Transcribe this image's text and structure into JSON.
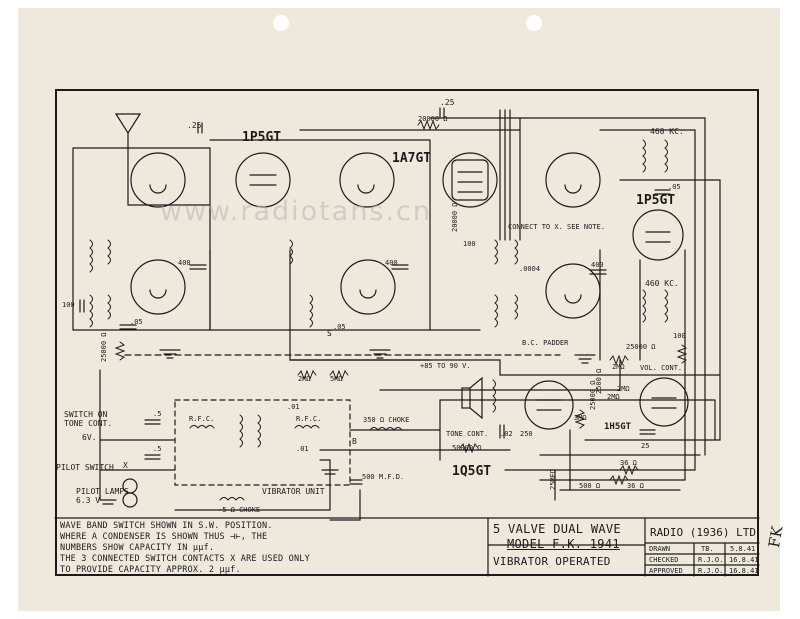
{
  "tubes": [
    "1P5GT",
    "1A7GT",
    "1P5GT",
    "1Q5GT",
    "1H5GT"
  ],
  "labels": {
    "antenna_cap": ".25",
    "agc_cap": ".25",
    "agc_res": "20000 Ω",
    "if_top": "460 KC.",
    "if_mid": "460 KC.",
    "cap_05_if": ".05",
    "cap_400_a": "400",
    "cap_400_b": "400",
    "cap_400_c": "400",
    "cap_100": "100",
    "cap_05_a": ".05",
    "cap_05_b": ".05",
    "res_25000_a": "25000 Ω",
    "res_25000_b": "25000 Ω",
    "res_2m_a": "2MΩ",
    "res_5m": "5MΩ",
    "res_2m_b": "2MΩ",
    "res_2m_c": "2MΩ",
    "osc_note": "CONNECT TO X. SEE NOTE.",
    "osc_cap": ".0004",
    "bc_padder": "B.C. PADDER",
    "res_20000": "20000 Ω",
    "cap_100_b": "100",
    "cap_100_c": "100",
    "volume": "VOL. CONT.",
    "b_voltage": "+85 TO 90 V.",
    "switch_tone": "SWITCH ON\nTONE CONT.",
    "volt_6": "6V.",
    "cap_5_a": ".5",
    "cap_5_b": ".5",
    "rfc_a": "R.F.C.",
    "rfc_b": "R.F.C.",
    "cap_01_a": ".01",
    "cap_01_b": ".01",
    "choke_350": "350 Ω CHOKE",
    "pilot_switch": "PILOT SWITCH",
    "pilot_lamps": "PILOT LAMPS\n6.3 V",
    "choke_5": "·5 Ω CHOKE",
    "vibrator_unit": "VIBRATOR UNIT",
    "cap_500mfd": "500 M.F.D.",
    "tone_cont": "TONE  CONT.",
    "cap_02": ".02",
    "res_50000": "50000 Ω",
    "res_250": "250",
    "res_3m": "3MΩ",
    "res_25000_c": "25000 Ω",
    "res_2mohm": "2MΩ",
    "cap_25_out": "25",
    "res_36_a": "36 Ω",
    "res_500": "500 Ω",
    "res_36_b": "36 Ω",
    "res_2500": "2500 Ω",
    "res_25mfd": "25MFD",
    "s_mark": "S",
    "b_mark": "B",
    "x_mark": "X"
  },
  "notes": [
    "WAVE BAND SWITCH SHOWN IN S.W. POSITION.",
    "WHERE A CONDENSER IS SHOWN THUS ⊣⊢, THE",
    "NUMBERS SHOW CAPACITY IN µµf.",
    "THE 3 CONNECTED SWITCH CONTACTS X ARE USED ONLY",
    "TO PROVIDE CAPACITY APPROX. 2 µµf."
  ],
  "title_block": {
    "line1": "5 VALVE  DUAL WAVE",
    "line2": "MODEL F.K. 1941",
    "line3": "VIBRATOR OPERATED"
  },
  "company": {
    "name": "RADIO (1936) LTD",
    "rows": [
      {
        "label": "DRAWN",
        "initials": "TB.",
        "date": "5.8.41"
      },
      {
        "label": "CHECKED",
        "initials": "R.J.O.",
        "date": "16.8.41"
      },
      {
        "label": "APPROVED",
        "initials": "R.J.O.",
        "date": "16.8.41"
      }
    ]
  },
  "watermark": "www.radiotans.cn",
  "side_mark": "FK"
}
